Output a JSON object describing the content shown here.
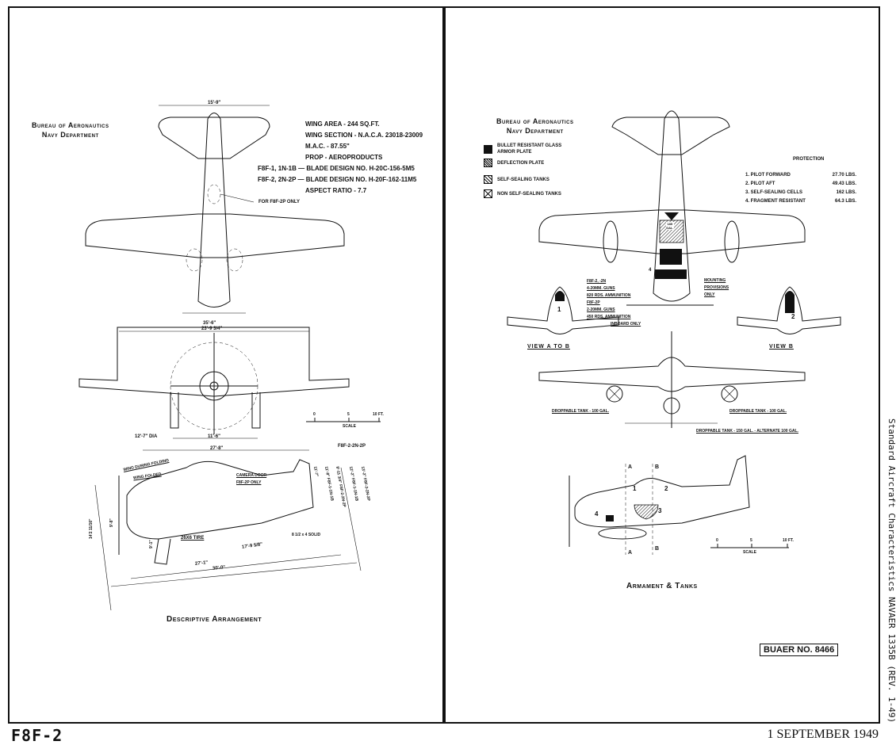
{
  "document": {
    "aircraft": "F8F-2",
    "date": "1 SEPTEMBER 1949",
    "side_note": "Standard Aircraft Characteristics NAVAER 1335B (REV. 1-49)",
    "buaer": "BUAER NO. 8466"
  },
  "left_page": {
    "bureau": [
      "Bureau of Aeronautics",
      "Navy Department"
    ],
    "specs": [
      {
        "prefix": "",
        "text": "WING AREA - 244 SQ.FT."
      },
      {
        "prefix": "",
        "text": "WING SECTION - N.A.C.A. 23018-23009"
      },
      {
        "prefix": "",
        "text": "M.A.C. - 87.55\""
      },
      {
        "prefix": "",
        "text": "PROP - AEROPRODUCTS"
      },
      {
        "prefix": "F8F-1, 1N-1B —",
        "text": "BLADE DESIGN NO. H-20C-156-5M5"
      },
      {
        "prefix": "F8F-2, 2N-2P —",
        "text": "BLADE DESIGN NO. H-20F-162-11M5"
      },
      {
        "prefix": "",
        "text": "ASPECT RATIO - 7.7"
      }
    ],
    "annotations": {
      "tail_span": "15'-9\"",
      "for_f8f2p": "FOR F8F-2P ONLY",
      "span": "35'-6\"",
      "span_folded": "23'-9 3/4\"",
      "prop_dia": "12'-7\" DIA",
      "tread": "11'-6\"",
      "length": "27'-8\"",
      "wing_during_folding": "WING DURING FOLDING",
      "wing_folded": "WING FOLDED",
      "camera_door": [
        "CAMERA DOOR",
        "F8F-2P ONLY"
      ],
      "f8f_2n_2p": "F8F-2-2N-2P",
      "height_1": "11'-7\"",
      "height_2": "13'-2\" F8F-2-2N-2P",
      "height_3": "12'-2\" F8F-1-1N-1B",
      "height_4": "9'-11 3/4\" F8F-2-2N-2P",
      "height_5": "11'-8\" F8F-1-1N-1B",
      "tire": "26X6 TIRE",
      "tail_tire": "8 1/2 x 4 SOLID",
      "wheelbase": "17'-9 5/8\"",
      "length_2": "27'-1\"",
      "length_3": "30'-0\"",
      "left_dim": "14'2 11/16\"",
      "dim_a": "9'-8\"",
      "dim_b": "9'-1\""
    },
    "scale": {
      "ticks": [
        "0",
        "5",
        "10 FT."
      ],
      "label": "SCALE"
    },
    "caption": "Descriptive Arrangement"
  },
  "right_page": {
    "bureau": [
      "Bureau of Aeronautics",
      "Navy Department"
    ],
    "legend": [
      {
        "swatch": "black",
        "label": [
          "BULLET RESISTANT GLASS",
          "ARMOR PLATE"
        ]
      },
      {
        "swatch": "dense",
        "label": [
          "DEFLECTION PLATE"
        ]
      },
      {
        "swatch": "hatch",
        "label": [
          "SELF-SEALING TANKS"
        ]
      },
      {
        "swatch": "x",
        "label": [
          "NON SELF-SEALING TANKS"
        ]
      }
    ],
    "protection": {
      "title": "PROTECTION",
      "items": [
        {
          "label": "1.  PILOT FORWARD",
          "value": "27.70 LBS."
        },
        {
          "label": "2.  PILOT AFT",
          "value": "49.43 LBS."
        },
        {
          "label": "3.  SELF-SEALING CELLS",
          "value": "162 LBS."
        },
        {
          "label": "4.  FRAGMENT RESISTANT",
          "value": "64.3 LBS."
        }
      ]
    },
    "tank_label": [
      "185",
      "GAL."
    ],
    "guns": [
      "F8F-2, -2N",
      "4-20MM. GUNS",
      "820 RDS. AMMUNITION",
      "F8F-2P",
      "2-20MM. GUNS",
      "450 RDS. AMMUNITION",
      "INBOARD ONLY"
    ],
    "mounting": [
      "MOUNTING",
      "PROVISIONS",
      "ONLY"
    ],
    "views": {
      "a_to_b": "VIEW A TO B",
      "b": "VIEW B"
    },
    "drop_tanks": {
      "left": "DROPPABLE TANK - 100 GAL.",
      "right": "DROPPABLE TANK - 100 GAL.",
      "center": "DROPPABLE TANK - 150 GAL. - ALTERNATE 100 GAL."
    },
    "section_marks": [
      "A",
      "B",
      "A",
      "B"
    ],
    "numbers": [
      "1",
      "2",
      "3",
      "4"
    ],
    "scale": {
      "ticks": [
        "0",
        "5",
        "10 FT."
      ],
      "label": "SCALE"
    },
    "caption": "Armament & Tanks"
  }
}
